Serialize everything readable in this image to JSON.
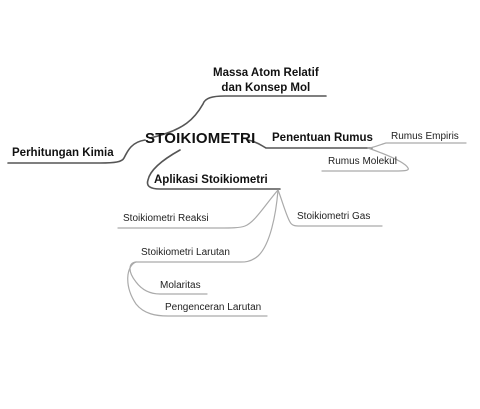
{
  "center": "STOIKIOMETRI",
  "branches": {
    "massa": {
      "line1": "Massa Atom Relatif",
      "line2": "dan Konsep Mol"
    },
    "perhitungan": "Perhitungan Kimia",
    "penentuan": "Penentuan Rumus",
    "empiris": "Rumus Empiris",
    "molekul": "Rumus Molekul",
    "aplikasi": "Aplikasi Stoikiometri",
    "reaksi": "Stoikiometri Reaksi",
    "gas": "Stoikiometri Gas",
    "larutan": "Stoikiometri Larutan",
    "molaritas": "Molaritas",
    "pengenceran": "Pengenceran Larutan"
  },
  "colors": {
    "branch": "#555555",
    "sub_branch": "#aaaaaa"
  }
}
